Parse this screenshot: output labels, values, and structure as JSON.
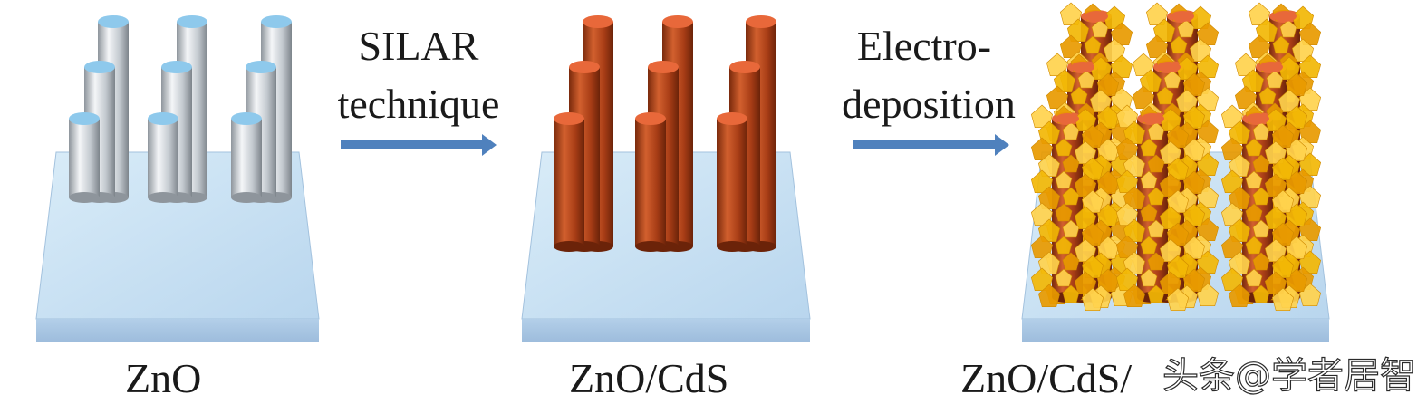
{
  "panels": [
    {
      "caption": "ZnO",
      "rod_style": "silver"
    },
    {
      "caption": "ZnO/CdS",
      "rod_style": "copper"
    },
    {
      "caption": "ZnO/CdS/",
      "rod_style": "flower"
    }
  ],
  "steps": [
    {
      "line1": "SILAR",
      "line2": "technique"
    },
    {
      "line1": "Electro-",
      "line2": "deposition"
    }
  ],
  "watermark": "头条@学者居智",
  "colors": {
    "substrate_top": "#cfe6f5",
    "substrate_side": "#a9c6e3",
    "arrow": "#4f81bd",
    "rod_silver": "#c9cfd6",
    "cap_silver": "#8ec9ec",
    "rod_copper": "#b5461b",
    "cap_copper": "#e8683a",
    "flower": "#f2b705"
  }
}
